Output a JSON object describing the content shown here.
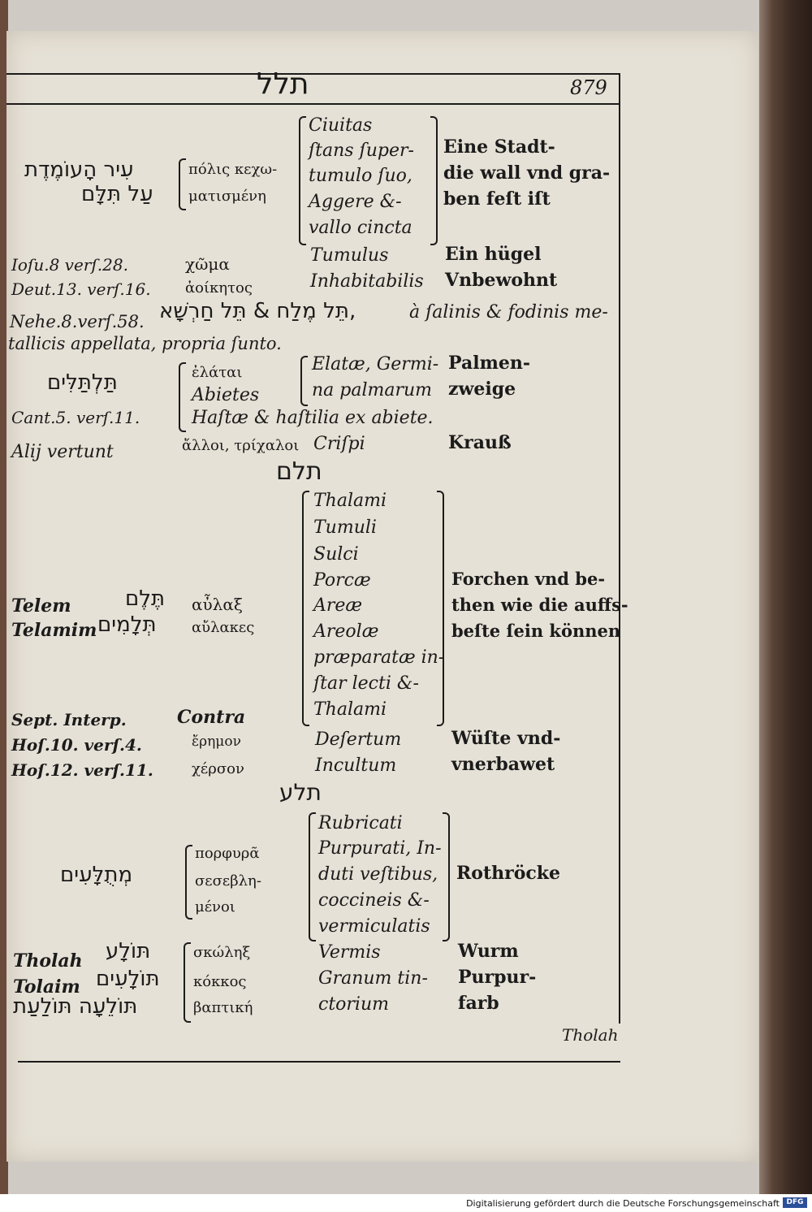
{
  "header": {
    "hebrew_root": "תלל",
    "page_number": "879"
  },
  "blocks": {
    "b1": {
      "hebrew_line1": "עִיר הָעוֹמֶדֶת",
      "hebrew_line2": "עַל תִּלָּם",
      "greek_line1": "πόλις κεχω-",
      "greek_line2": "ματισμένη",
      "latin": [
        "Ciuitas",
        "ſtans ſuper-",
        "tumulo ſuo,",
        "Aggere &-",
        "vallo cincta"
      ],
      "german": [
        "Eine Stadt-",
        "die wall vnd gra-",
        "ben feſt iſt"
      ]
    },
    "b2": {
      "refs": [
        "Ioſu.8 verſ.28.",
        "Deut.13. verſ.16."
      ],
      "greek": [
        "χῶμα",
        "ἀοίκητος"
      ],
      "latin": [
        "Tumulus",
        "Inhabitabilis"
      ],
      "german": [
        "Ein hügel",
        "Vnbewohnt"
      ]
    },
    "b3": {
      "ref": "Nehe.8.verſ.58.",
      "hebrew": "תֵּל מֶלַח & תֵּל חַרְשָׁא,",
      "latin": "à ſalinis & fodinis me-",
      "line2": "tallicis appellata, propria ſunto."
    },
    "b4": {
      "hebrew": "תַּלְתַּלִּים",
      "greek": [
        "ἐλάται",
        "Abietes"
      ],
      "latin": [
        "Elatæ, Germi-",
        "na palmarum"
      ],
      "german": [
        "Palmen-",
        "zweige"
      ],
      "ref": "Cant.5. verſ.11.",
      "latin2": "Haſtæ & haſtilia ex abiete."
    },
    "b5": {
      "left": "Alij vertunt",
      "greek": "ἄλλοι, τρίχαλοι",
      "latin": "Criſpi",
      "german": "Krauß"
    },
    "root2": "תלם",
    "b6": {
      "translit": [
        "Telem",
        "Telamim"
      ],
      "hebrew": [
        "תֶּלֶם",
        "תְּלָמִים"
      ],
      "greek": [
        "αὖλαξ",
        "αὔλακες"
      ],
      "latin": [
        "Thalami",
        "Tumuli",
        "Sulci",
        "Porcæ",
        "Areæ",
        "Areolæ",
        "præparatæ in-",
        "ſtar lecti &-",
        "Thalami"
      ],
      "german": [
        "Forchen vnd be-",
        "then wie die auffs-",
        "beſte ſein können"
      ]
    },
    "b7": {
      "refs": [
        "Sept. Interp.",
        "Hoſ.10. verſ.4.",
        "Hoſ.12. verſ.11."
      ],
      "greek": [
        "Contra",
        "ἔρημον",
        "χέρσον"
      ],
      "latin": [
        "Deſertum",
        "Incultum"
      ],
      "german": [
        "Wüſte vnd-",
        "vnerbawet"
      ]
    },
    "root3": "תלע",
    "b8": {
      "hebrew": "מְתֻלָּעִים",
      "greek": [
        "πορφυρᾶ",
        "σεσεβλη-",
        "μένοι"
      ],
      "latin": [
        "Rubricati",
        "Purpurati, In-",
        "duti veſtibus,",
        "coccineis &-",
        "vermiculatis"
      ],
      "german": "Rothröcke"
    },
    "b9": {
      "translit": [
        "Tholah",
        "Tolaim"
      ],
      "hebrew": [
        "תּוֹלָע",
        "תּוֹלָעִים",
        "תּוֹלֵעָה תּוֹלַעַת"
      ],
      "greek": [
        "σκώληξ",
        "κόκκος",
        "βαπτική"
      ],
      "latin": [
        "Vermis",
        "Granum tin-",
        "ctorium"
      ],
      "german": [
        "Wurm",
        "Purpur-",
        "farb"
      ]
    },
    "catchword": "Tholah"
  },
  "footer": {
    "credit": "Digitalisierung gefördert durch die Deutsche Forschungsgemeinschaft",
    "logo": "DFG"
  }
}
